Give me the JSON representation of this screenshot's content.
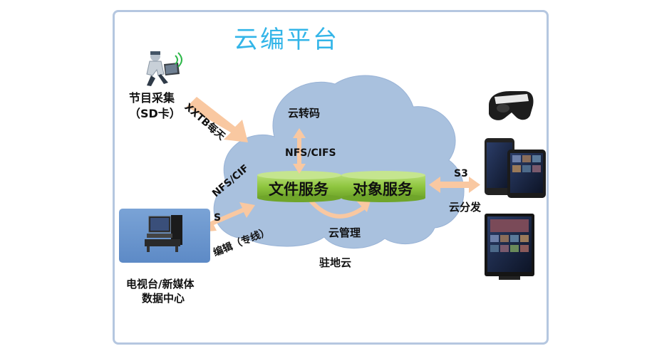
{
  "title": "云编平台",
  "source": {
    "label_line1": "节目采集",
    "label_line2": "（SD卡）",
    "arrow_label": "XXTB每天"
  },
  "cloud": {
    "transcode_label": "云转码",
    "protocol_label": "NFS/CIFS",
    "file_service": "文件服务",
    "object_service": "对象服务",
    "management_label": "云管理",
    "onsite_label": "驻地云"
  },
  "station": {
    "label_line1": "电视台/新媒体",
    "label_line2": "数据中心",
    "protocol_line1": "NFS/CIF",
    "protocol_line2": "S",
    "edit_label": "编辑（专线）"
  },
  "distribution": {
    "protocol_label": "S3",
    "label": "云分发"
  },
  "colors": {
    "title": "#33b5e8",
    "frame": "#b5c7e0",
    "cloud": "#a9c1de",
    "service_bar": "#8fc63f",
    "arrow": "#f9c8a1"
  },
  "icons": [
    "person-with-laptop-icon",
    "workstation-icon",
    "vr-headset-icon",
    "tablet-icon",
    "tv-monitor-icon"
  ]
}
